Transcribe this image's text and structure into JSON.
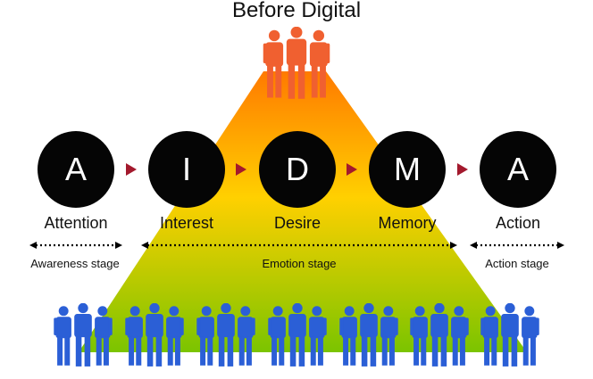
{
  "title": "Before Digital",
  "steps": [
    {
      "letter": "A",
      "label": "Attention"
    },
    {
      "letter": "I",
      "label": "Interest"
    },
    {
      "letter": "D",
      "label": "Desire"
    },
    {
      "letter": "M",
      "label": "Memory"
    },
    {
      "letter": "A",
      "label": "Action"
    }
  ],
  "stages": {
    "awareness": "Awareness stage",
    "emotion": "Emotion stage",
    "action": "Action stage"
  },
  "colors": {
    "pyramid_top": "#ff8a00",
    "pyramid_mid": "#ffd000",
    "pyramid_bottom": "#7bc400",
    "influencers": "#f06030",
    "crowd": "#2b5fd6",
    "circle": "#050505",
    "arrow": "#a3192d"
  },
  "icons": {
    "people_icon": "person-group-icon"
  }
}
